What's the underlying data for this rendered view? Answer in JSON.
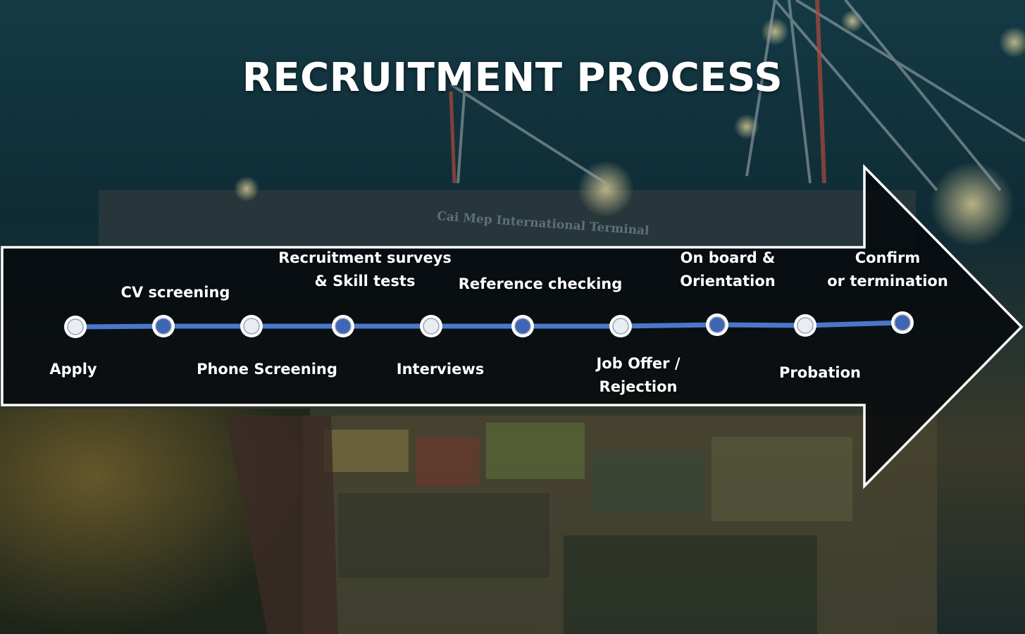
{
  "title": "RECRUITMENT PROCESS",
  "scene_text": "Cai Mep International Terminal",
  "steps": [
    {
      "label": "Apply",
      "position": "below",
      "marker": "white"
    },
    {
      "label": "CV screening",
      "position": "above",
      "marker": "blue"
    },
    {
      "label": "Phone Screening",
      "position": "below",
      "marker": "white"
    },
    {
      "label": "Recruitment surveys\n& Skill tests",
      "position": "above",
      "marker": "blue"
    },
    {
      "label": "Interviews",
      "position": "below",
      "marker": "white"
    },
    {
      "label": "Reference checking",
      "position": "above",
      "marker": "blue"
    },
    {
      "label": "Job Offer /\nRejection",
      "position": "below",
      "marker": "white"
    },
    {
      "label": "On board &\nOrientation",
      "position": "above",
      "marker": "blue"
    },
    {
      "label": "Probation",
      "position": "below",
      "marker": "white"
    },
    {
      "label": "Confirm\nor termination",
      "position": "above",
      "marker": "blue"
    }
  ],
  "colors": {
    "line": "#4a77c9",
    "marker_blue": "#3f66b5",
    "marker_white": "#e8ecf3",
    "arrow_fill": "#05070b",
    "arrow_outline": "#ffffff"
  }
}
